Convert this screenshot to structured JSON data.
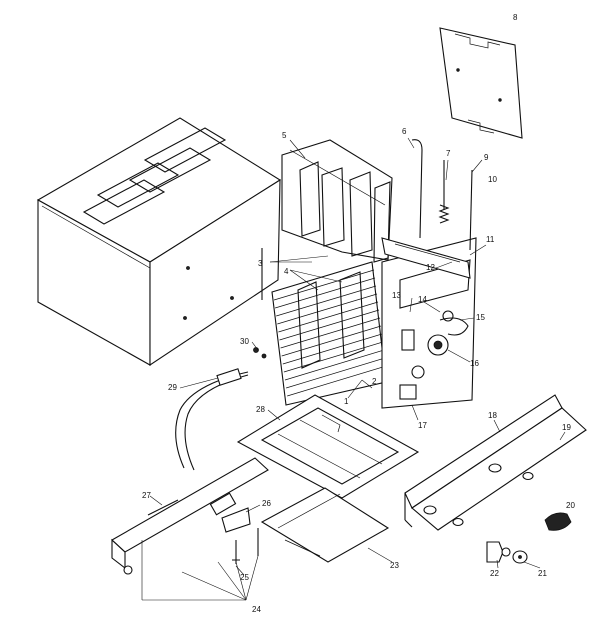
{
  "callouts": {
    "c1": "1",
    "c2": "2",
    "c3": "3",
    "c4": "4",
    "c5": "5",
    "c6": "6",
    "c7": "7",
    "c8": "8",
    "c9": "9",
    "c10": "10",
    "c11": "11",
    "c12": "12",
    "c13": "13",
    "c14": "14",
    "c15": "15",
    "c16": "16",
    "c17": "17",
    "c18": "18",
    "c19": "19",
    "c20": "20",
    "c21": "21",
    "c22": "22",
    "c23": "23",
    "c24": "24",
    "c25": "25",
    "c26": "26",
    "c27": "27",
    "c28": "28",
    "c29": "29",
    "c30": "30"
  },
  "colors": {
    "ink": "#111111",
    "paper": "#ffffff"
  }
}
